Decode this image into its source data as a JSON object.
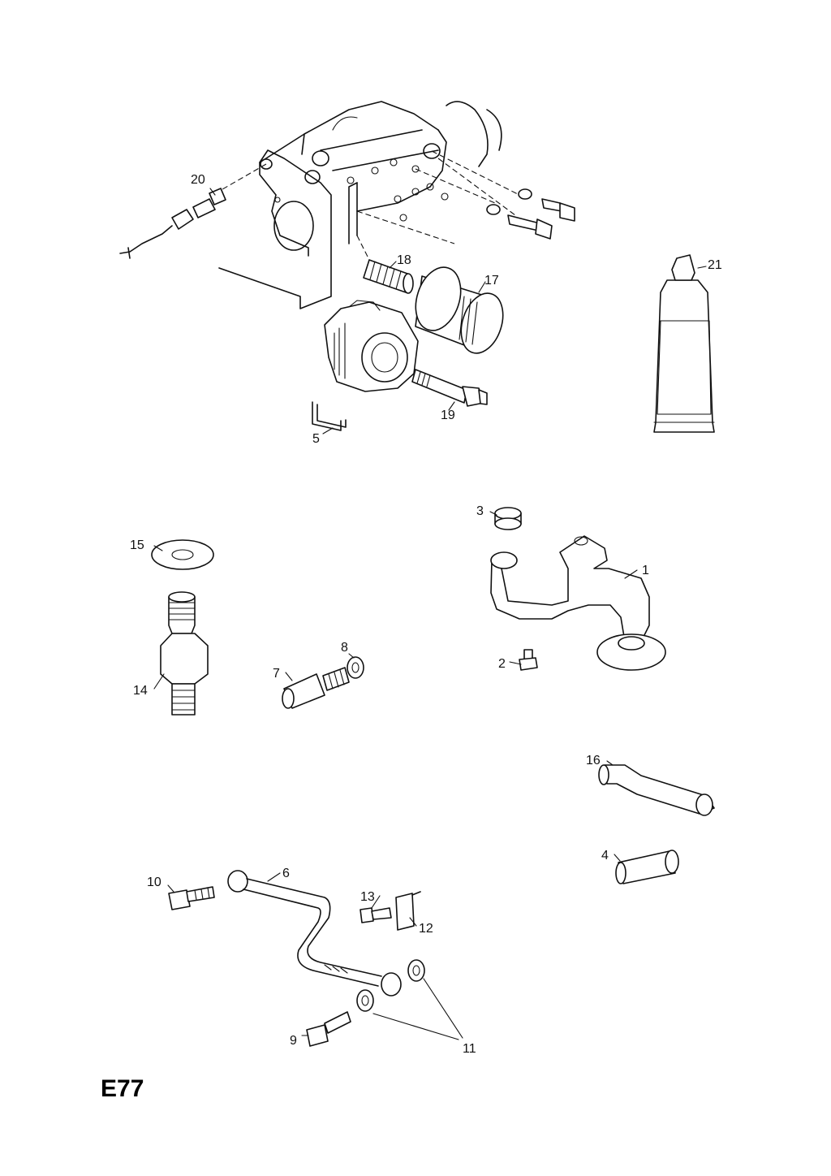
{
  "page_code": "E77",
  "labels": {
    "p1": "1",
    "p2": "2",
    "p3": "3",
    "p4": "4",
    "p5": "5",
    "p6": "6",
    "p7": "7",
    "p8": "8",
    "p9": "9",
    "p10": "10",
    "p11": "11",
    "p12": "12",
    "p13": "13",
    "p14": "14",
    "p15": "15",
    "p16": "16",
    "p17": "17",
    "p18": "18",
    "p19": "19",
    "p20": "20",
    "p21": "21"
  }
}
